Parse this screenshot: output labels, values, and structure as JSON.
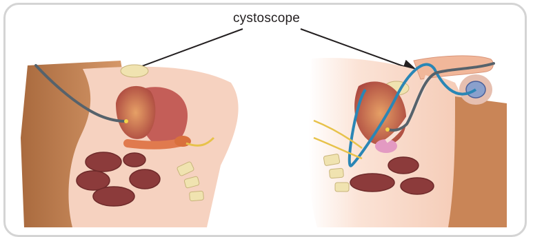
{
  "callout": {
    "label": "cystoscope"
  },
  "colors": {
    "frame": "#d4d4d4",
    "skin": "#c98557",
    "tissue": "#f3c7b2",
    "organ": "#b5544a",
    "bowel": "#8c3b3b",
    "bone": "#f0e3b0",
    "scope": "#56626b",
    "vessel_blue": "#2a86b5",
    "nerve_yellow": "#e7c24a"
  },
  "figures": [
    {
      "id": "female-pelvis",
      "description_label": ""
    },
    {
      "id": "male-pelvis",
      "description_label": ""
    }
  ]
}
